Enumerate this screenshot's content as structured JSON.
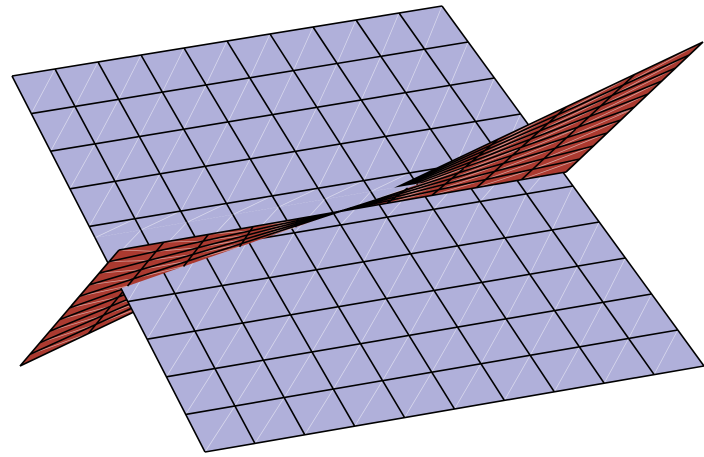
{
  "figure": {
    "description_type": "3d-intersecting-planes",
    "planes": [
      {
        "name": "blue-plane",
        "color": "#b0b0da",
        "mesh_color": "#ffffff",
        "grid_divisions": 10
      },
      {
        "name": "red-plane",
        "color": "#ab3a30",
        "mesh_color": "#ffffff",
        "grid_divisions": 10
      }
    ],
    "edge_color": "#000000",
    "background": "#ffffff"
  }
}
